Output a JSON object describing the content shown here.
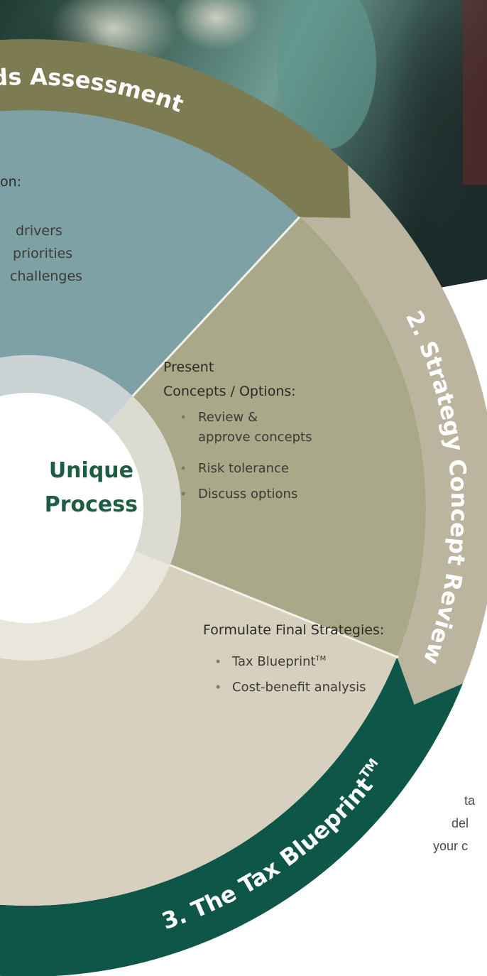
{
  "colors": {
    "olive": "#7c7b52",
    "teal_blue": "#7ea1a6",
    "sage": "#a9a888",
    "stone": "#bbb59f",
    "cream": "#d8d0bf",
    "forest": "#0e5748",
    "hub_text": "#1f5d43"
  },
  "segments": {
    "needs": {
      "label": "eds Assessment"
    },
    "strategy": {
      "label": "2. Strategy Concept Review"
    },
    "blueprint": {
      "label": "3. The Tax Blueprint",
      "label_tm": "TM"
    }
  },
  "needs_panel": {
    "heading": "on:",
    "items": [
      "drivers",
      "priorities",
      "challenges"
    ]
  },
  "concepts_panel": {
    "heading_line1": "Present",
    "heading_line2": "Concepts / Options:",
    "items": [
      {
        "line1": "Review &",
        "line2": "approve concepts"
      },
      {
        "line1": "Risk tolerance"
      },
      {
        "line1": "Discuss options"
      }
    ],
    "bullet": "•"
  },
  "final_panel": {
    "heading": "Formulate Final Strategies:",
    "items": [
      {
        "text": "Tax Blueprint",
        "tm": "TM"
      },
      {
        "text": "Cost-benefit analysis"
      }
    ],
    "bullet": "•"
  },
  "hub": {
    "line1": "Unique",
    "line2": "Process"
  },
  "side_text": [
    "ta",
    "del",
    "your c"
  ]
}
